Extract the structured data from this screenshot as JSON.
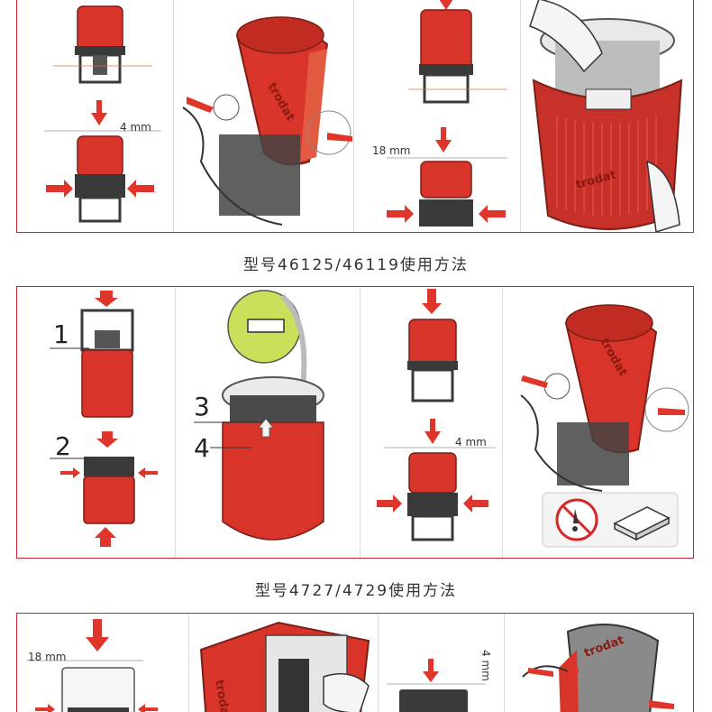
{
  "captions": {
    "model_a": "型号46125/46119使用方法",
    "model_b": "型号4727/4729使用方法"
  },
  "panel_1": {
    "depth_small": "4 mm",
    "depth_large": "18 mm",
    "brand_text": "trodat"
  },
  "panel_2": {
    "steps": [
      "1",
      "2",
      "3",
      "4"
    ],
    "depth_small": "4 mm",
    "brand_text": "trodat"
  },
  "panel_3": {
    "depth_large": "18 mm",
    "depth_small": "4 mm",
    "brand_text": "trodat"
  },
  "colors": {
    "frame": "#c8282d",
    "stamp_red": "#d8342a",
    "arrow_red": "#e0352b",
    "dark": "#3a3a3a"
  },
  "icons": [
    "down-arrow-icon",
    "right-arrow-icon",
    "left-arrow-icon",
    "up-arrow-icon",
    "no-ink-icon",
    "ink-pad-icon"
  ]
}
